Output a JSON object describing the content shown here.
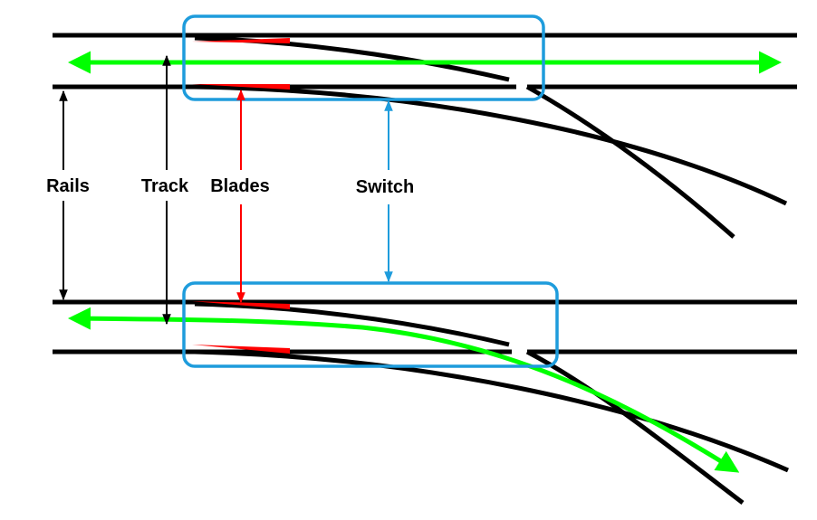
{
  "labels": {
    "rails": "Rails",
    "track": "Track",
    "blades": "Blades",
    "switch": "Switch"
  },
  "colors": {
    "rail": "#000000",
    "route": "#00ff00",
    "blade": "#ff0000",
    "switch_box": "#1e9cdc",
    "dimension": "#000000",
    "pointer_blades": "#ff0000",
    "pointer_switch": "#1e9cdc"
  }
}
